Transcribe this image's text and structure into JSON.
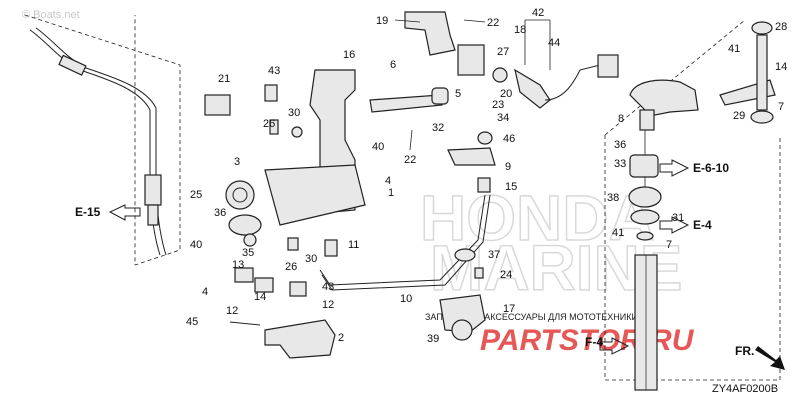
{
  "watermarks": {
    "boats_net": "© Boats.net",
    "brand_line1": "HONDA",
    "brand_line2": "MARINE",
    "shop_caption": "ЗАПЧАСТИ И АКСЕССУАРЫ ДЛЯ МОТОТЕХНИКИ",
    "shop_logo": "PARTSTOR.RU"
  },
  "diagram_code": "ZY4AF0200B",
  "direction_label": "FR.",
  "references": {
    "e15": "E-15",
    "e610": "E-6-10",
    "e4": "E-4",
    "f4": "F-4"
  },
  "callouts": {
    "c1": "1",
    "c2": "2",
    "c3": "3",
    "c4": "4",
    "c4b": "4",
    "c5": "5",
    "c6": "6",
    "c7": "7",
    "c8": "8",
    "c9": "9",
    "c10": "10",
    "c11": "11",
    "c12": "12",
    "c12b": "12",
    "c13": "13",
    "c14": "14",
    "c15": "15",
    "c16": "16",
    "c17": "17",
    "c18": "18",
    "c19": "19",
    "c20": "20",
    "c21": "21",
    "c22": "22",
    "c22b": "22",
    "c23": "23",
    "c24": "24",
    "c25": "25",
    "c26": "26",
    "c26b": "26",
    "c27": "27",
    "c28": "28",
    "c29": "29",
    "c30": "30",
    "c30b": "30",
    "c31": "31",
    "c32": "32",
    "c33": "33",
    "c34": "34",
    "c35": "35",
    "c36": "36",
    "c37": "37",
    "c38": "38",
    "c39": "39",
    "c40": "40",
    "c40b": "40",
    "c41": "41",
    "c41b": "41",
    "c42": "42",
    "c43": "43",
    "c43b": "43",
    "c44": "44",
    "c45": "45",
    "c46": "46"
  }
}
